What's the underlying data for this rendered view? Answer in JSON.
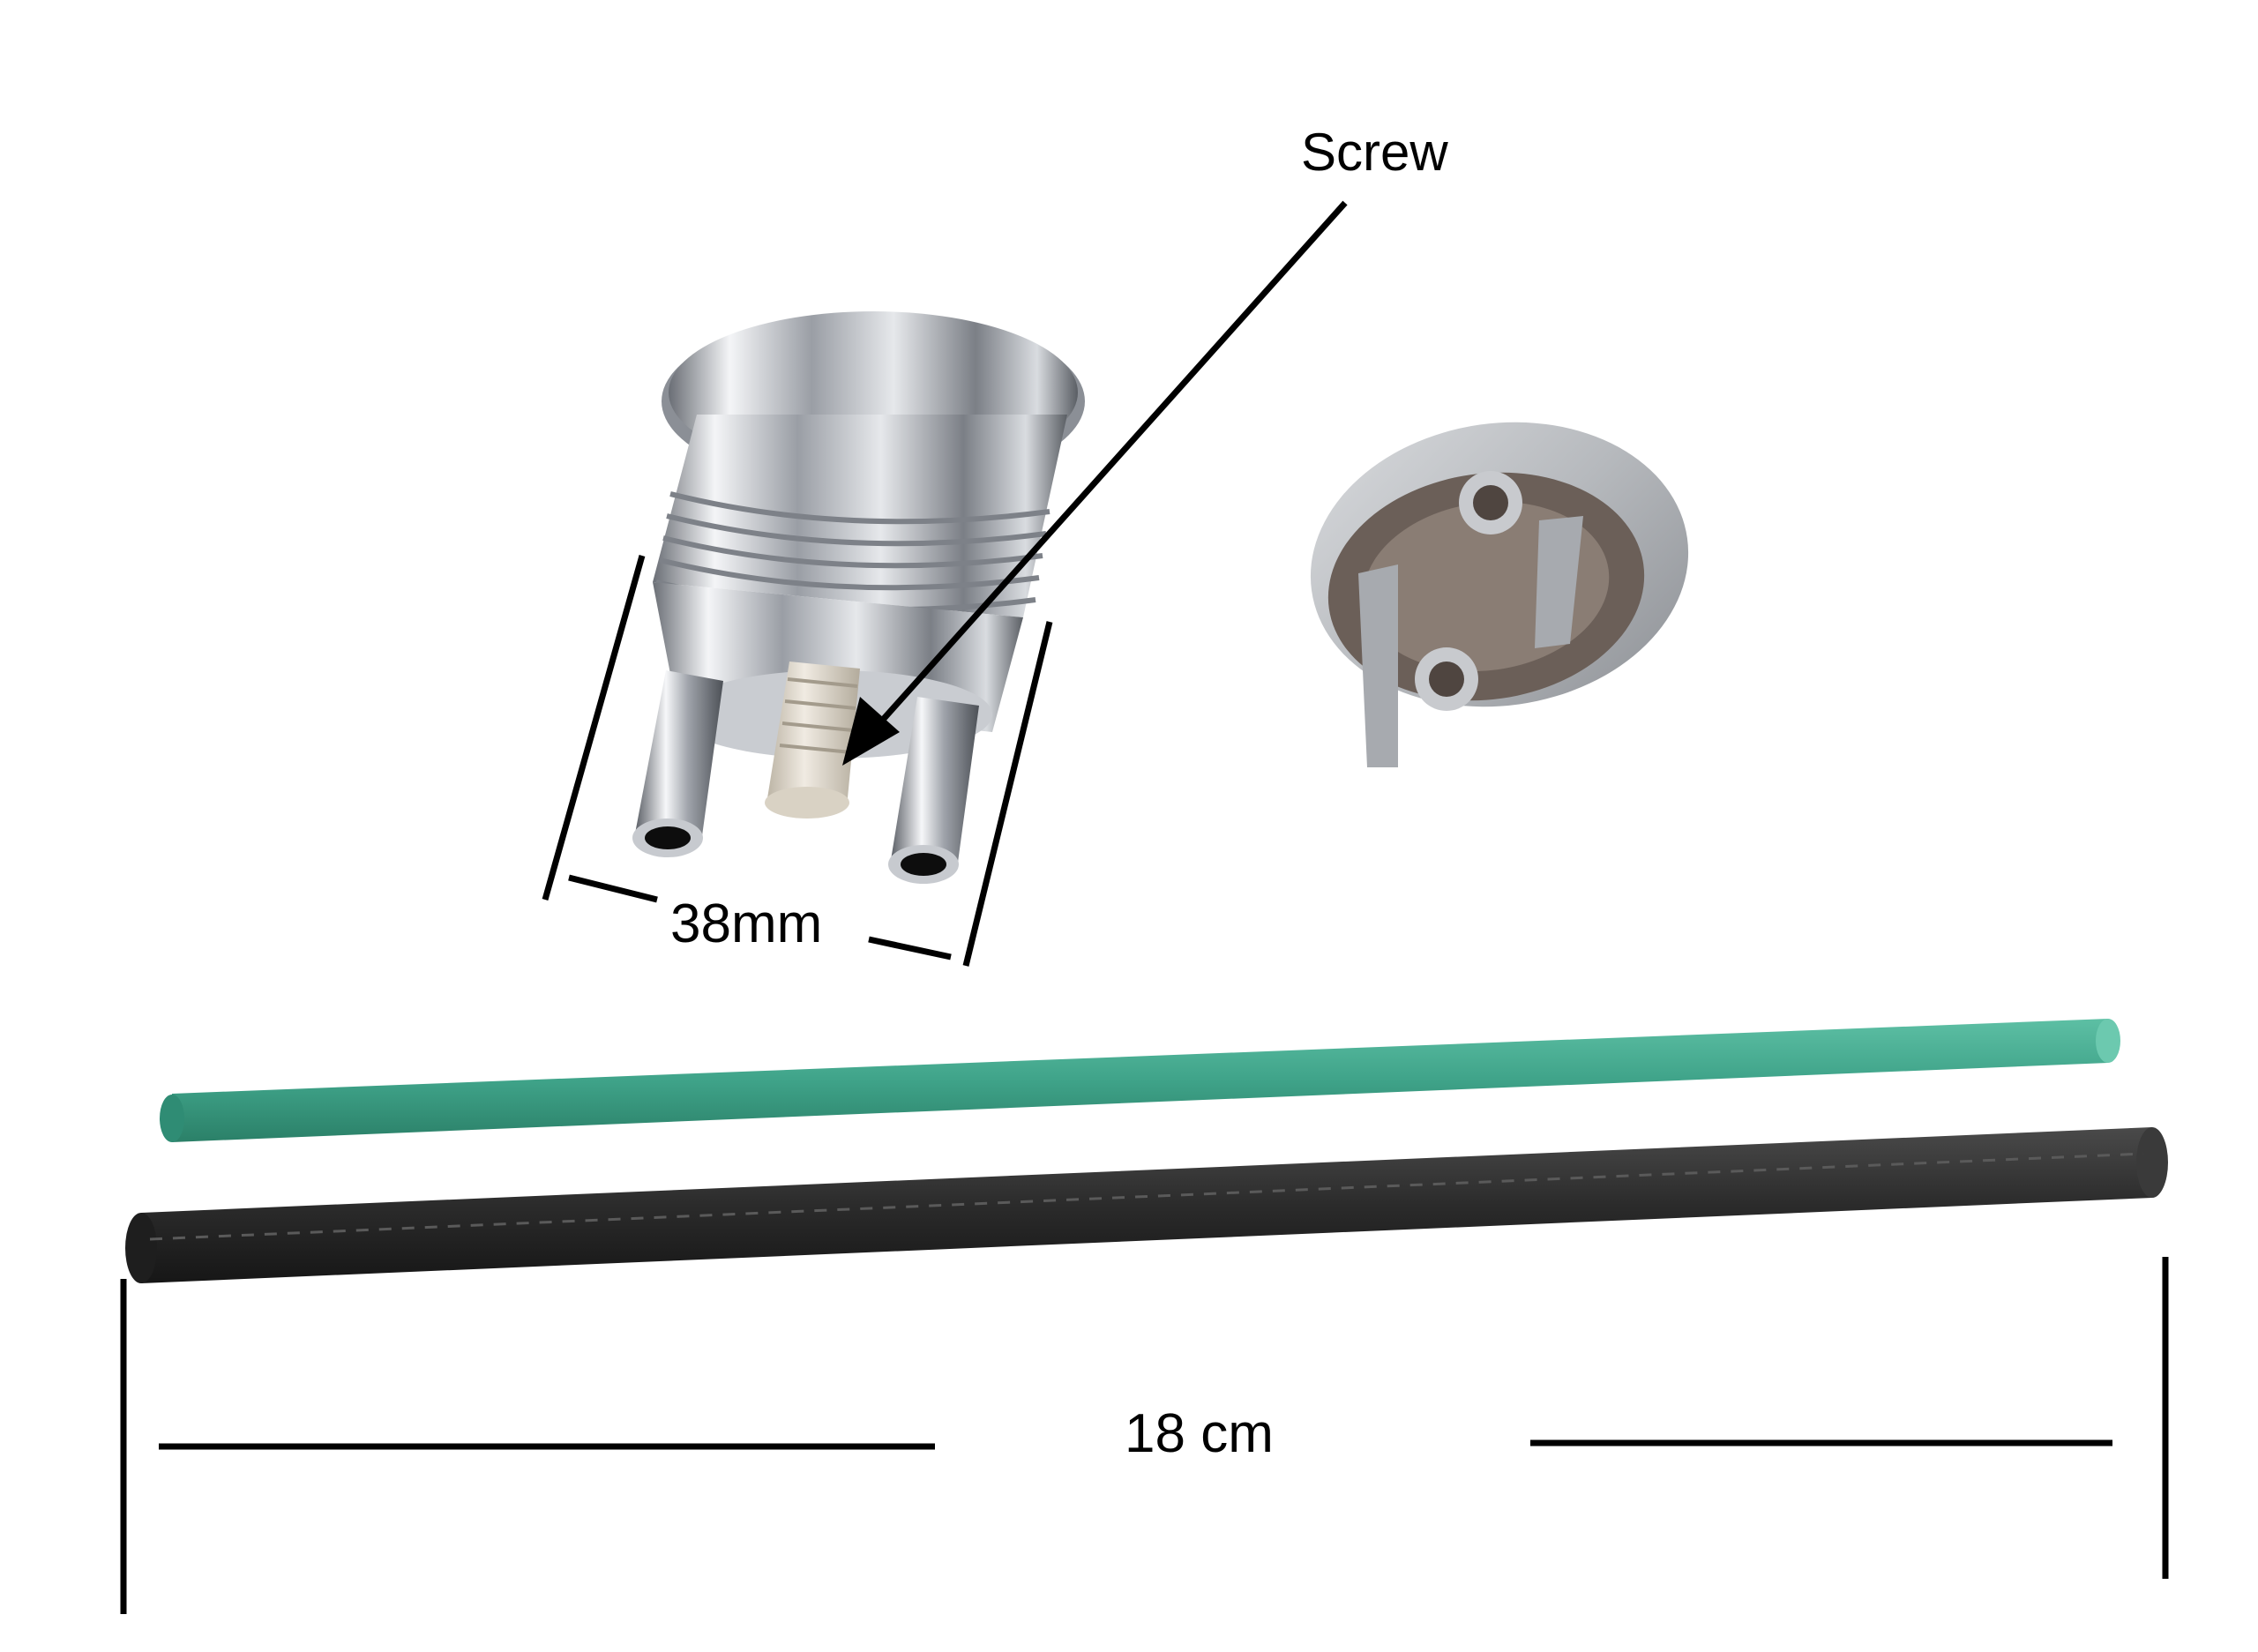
{
  "annotations": {
    "screw_label": "Screw",
    "diameter_label": "38mm",
    "length_label": "18 cm"
  },
  "colors": {
    "background": "#ffffff",
    "chrome_light": "#e9ebee",
    "chrome_mid": "#a9adb3",
    "chrome_dark": "#4a4e54",
    "screw_white": "#e4ddd0",
    "green_rod": "#3fa389",
    "black_rod": "#2b2b2b",
    "annotation": "#000000"
  },
  "objects": {
    "main_part": "chrome-push-button-body",
    "cap_part": "chrome-button-cap",
    "rod_1": "green-rod",
    "rod_2": "black-rod"
  }
}
